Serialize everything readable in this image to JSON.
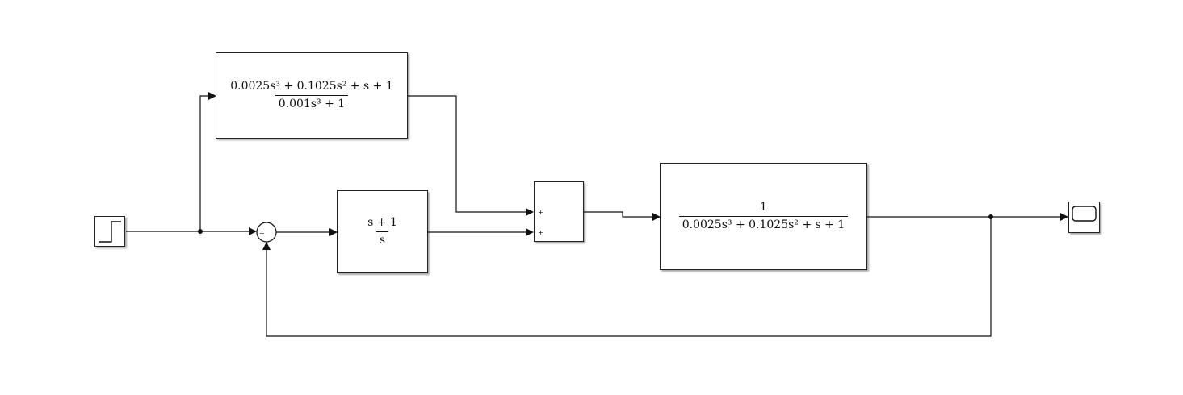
{
  "blocks": {
    "prefilter": {
      "numerator": "0.0025s³ + 0.1025s² + s + 1",
      "denominator": "0.001s³ + 1"
    },
    "controller": {
      "numerator": "s + 1",
      "denominator": "s"
    },
    "plant": {
      "numerator": "1",
      "denominator": "0.0025s³ + 0.1025s² + s + 1"
    },
    "sum_block": {
      "port1_sign": "+",
      "port2_sign": "+"
    },
    "error_sum": {
      "plus_sign": "+",
      "minus_sign": "−"
    }
  },
  "icons": {
    "step": "step-source-icon",
    "scope": "scope-icon"
  }
}
